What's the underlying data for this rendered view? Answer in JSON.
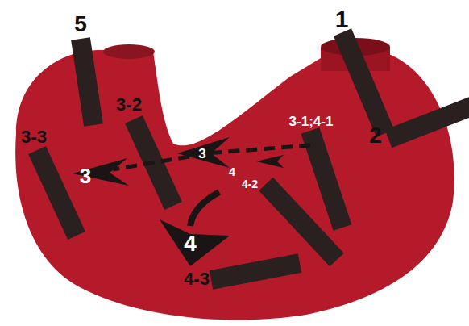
{
  "diagram": {
    "labels": [
      "1",
      "2",
      "5",
      "3-2",
      "3-3",
      "3-1;4-1",
      "3",
      "3",
      "4",
      "4-2",
      "4",
      "4-3"
    ]
  }
}
